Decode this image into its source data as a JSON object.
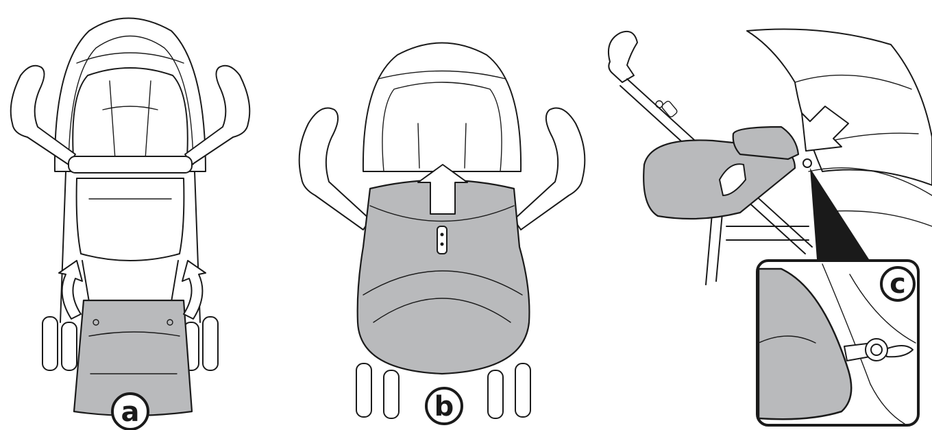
{
  "figure": {
    "panels": [
      {
        "label": "a",
        "steps_icons": [
          "curved-arrow-icon",
          "curved-arrow-icon"
        ]
      },
      {
        "label": "b",
        "steps_icons": [
          "up-arrow-icon"
        ]
      },
      {
        "label": "c",
        "steps_icons": [
          "down-arrow-icon",
          "zoom-inset"
        ]
      }
    ]
  },
  "colors": {
    "cover": "#b9babc",
    "line": "#1a1a1a",
    "background": "#ffffff"
  }
}
